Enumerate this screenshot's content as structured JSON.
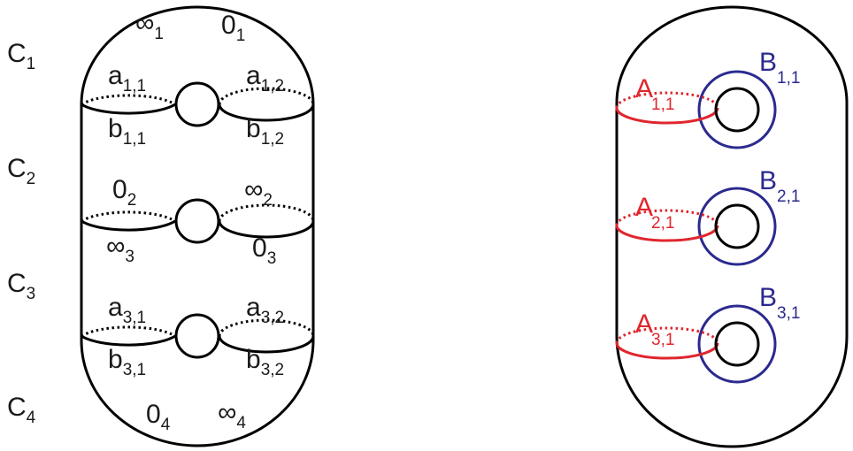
{
  "colors": {
    "black": "#000000",
    "red": "#e0262d",
    "blue": "#2b2a8f",
    "text": "#1a1a1a"
  },
  "left_figure": {
    "region_labels": [
      {
        "base": "C",
        "sub": "1"
      },
      {
        "base": "C",
        "sub": "2"
      },
      {
        "base": "C",
        "sub": "3"
      },
      {
        "base": "C",
        "sub": "4"
      }
    ],
    "top_cap": {
      "infinity": {
        "base": "∞",
        "sub": "1"
      },
      "zero": {
        "base": "0",
        "sub": "1"
      }
    },
    "bottom_cap": {
      "zero": {
        "base": "0",
        "sub": "4"
      },
      "infinity": {
        "base": "∞",
        "sub": "4"
      }
    },
    "rings": [
      {
        "upper_left": {
          "base": "a",
          "sub": "1,1"
        },
        "upper_right": {
          "base": "a",
          "sub": "1,2"
        },
        "lower_left": {
          "base": "b",
          "sub": "1,1"
        },
        "lower_right": {
          "base": "b",
          "sub": "1,2"
        }
      },
      {
        "upper_left": {
          "base": "0",
          "sub": "2"
        },
        "upper_right": {
          "base": "∞",
          "sub": "2"
        },
        "lower_left": {
          "base": "∞",
          "sub": "3"
        },
        "lower_right": {
          "base": "0",
          "sub": "3"
        }
      },
      {
        "upper_left": {
          "base": "a",
          "sub": "3,1"
        },
        "upper_right": {
          "base": "a",
          "sub": "3,2"
        },
        "lower_left": {
          "base": "b",
          "sub": "3,1"
        },
        "lower_right": {
          "base": "b",
          "sub": "3,2"
        }
      }
    ]
  },
  "right_figure": {
    "curves": [
      {
        "a": {
          "base": "A",
          "sub": "1,1"
        },
        "b": {
          "base": "B",
          "sub": "1,1"
        }
      },
      {
        "a": {
          "base": "A",
          "sub": "2,1"
        },
        "b": {
          "base": "B",
          "sub": "2,1"
        }
      },
      {
        "a": {
          "base": "A",
          "sub": "3,1"
        },
        "b": {
          "base": "B",
          "sub": "3,1"
        }
      }
    ]
  }
}
